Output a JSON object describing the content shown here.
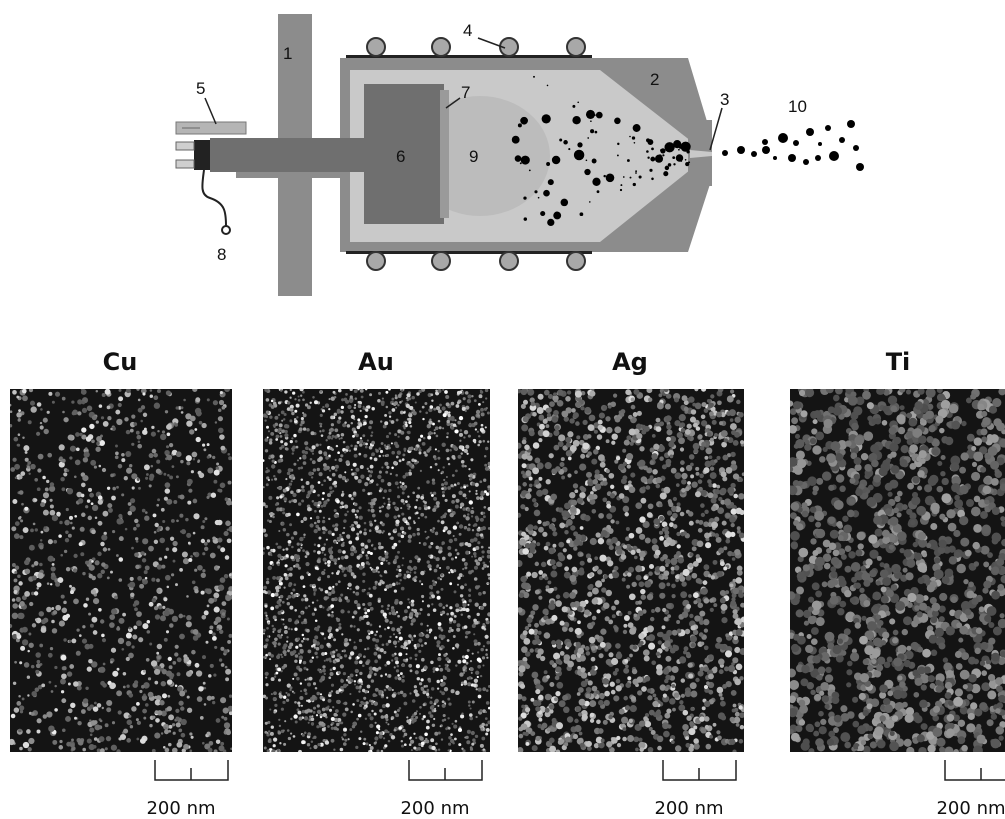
{
  "diagram": {
    "labels": {
      "l1": "1",
      "l2": "2",
      "l3": "3",
      "l4": "4",
      "l5": "5",
      "l6": "6",
      "l7": "7",
      "l8": "8",
      "l9": "9",
      "l10": "10"
    }
  },
  "panels": [
    {
      "title": "Cu",
      "scale": "200 nm"
    },
    {
      "title": "Au",
      "scale": "200 nm"
    },
    {
      "title": "Ag",
      "scale": "200 nm"
    },
    {
      "title": "Ti",
      "scale": "200 nm"
    }
  ]
}
